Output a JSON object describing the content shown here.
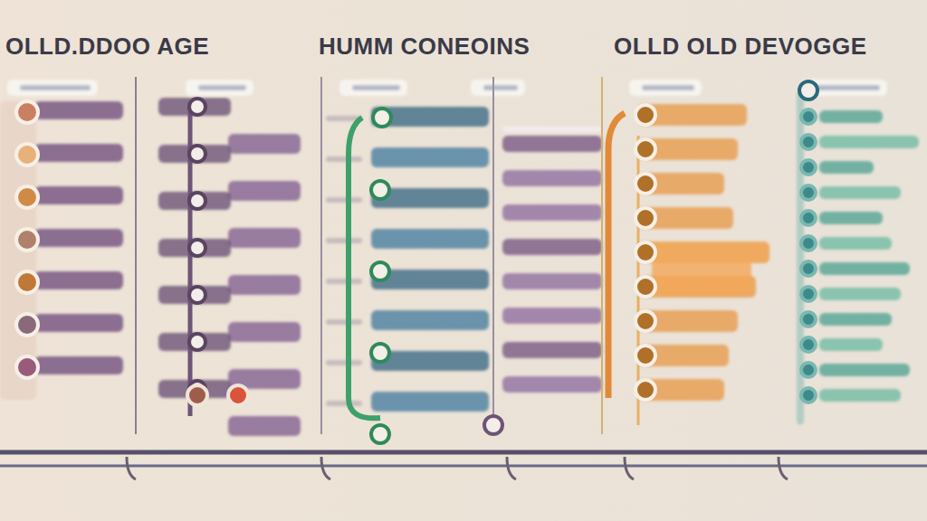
{
  "diagram": {
    "labels": [
      "OLLD.DDOO AGE",
      "HUMM CONEOINS",
      "OLLD OLD DEVOGGE"
    ]
  }
}
